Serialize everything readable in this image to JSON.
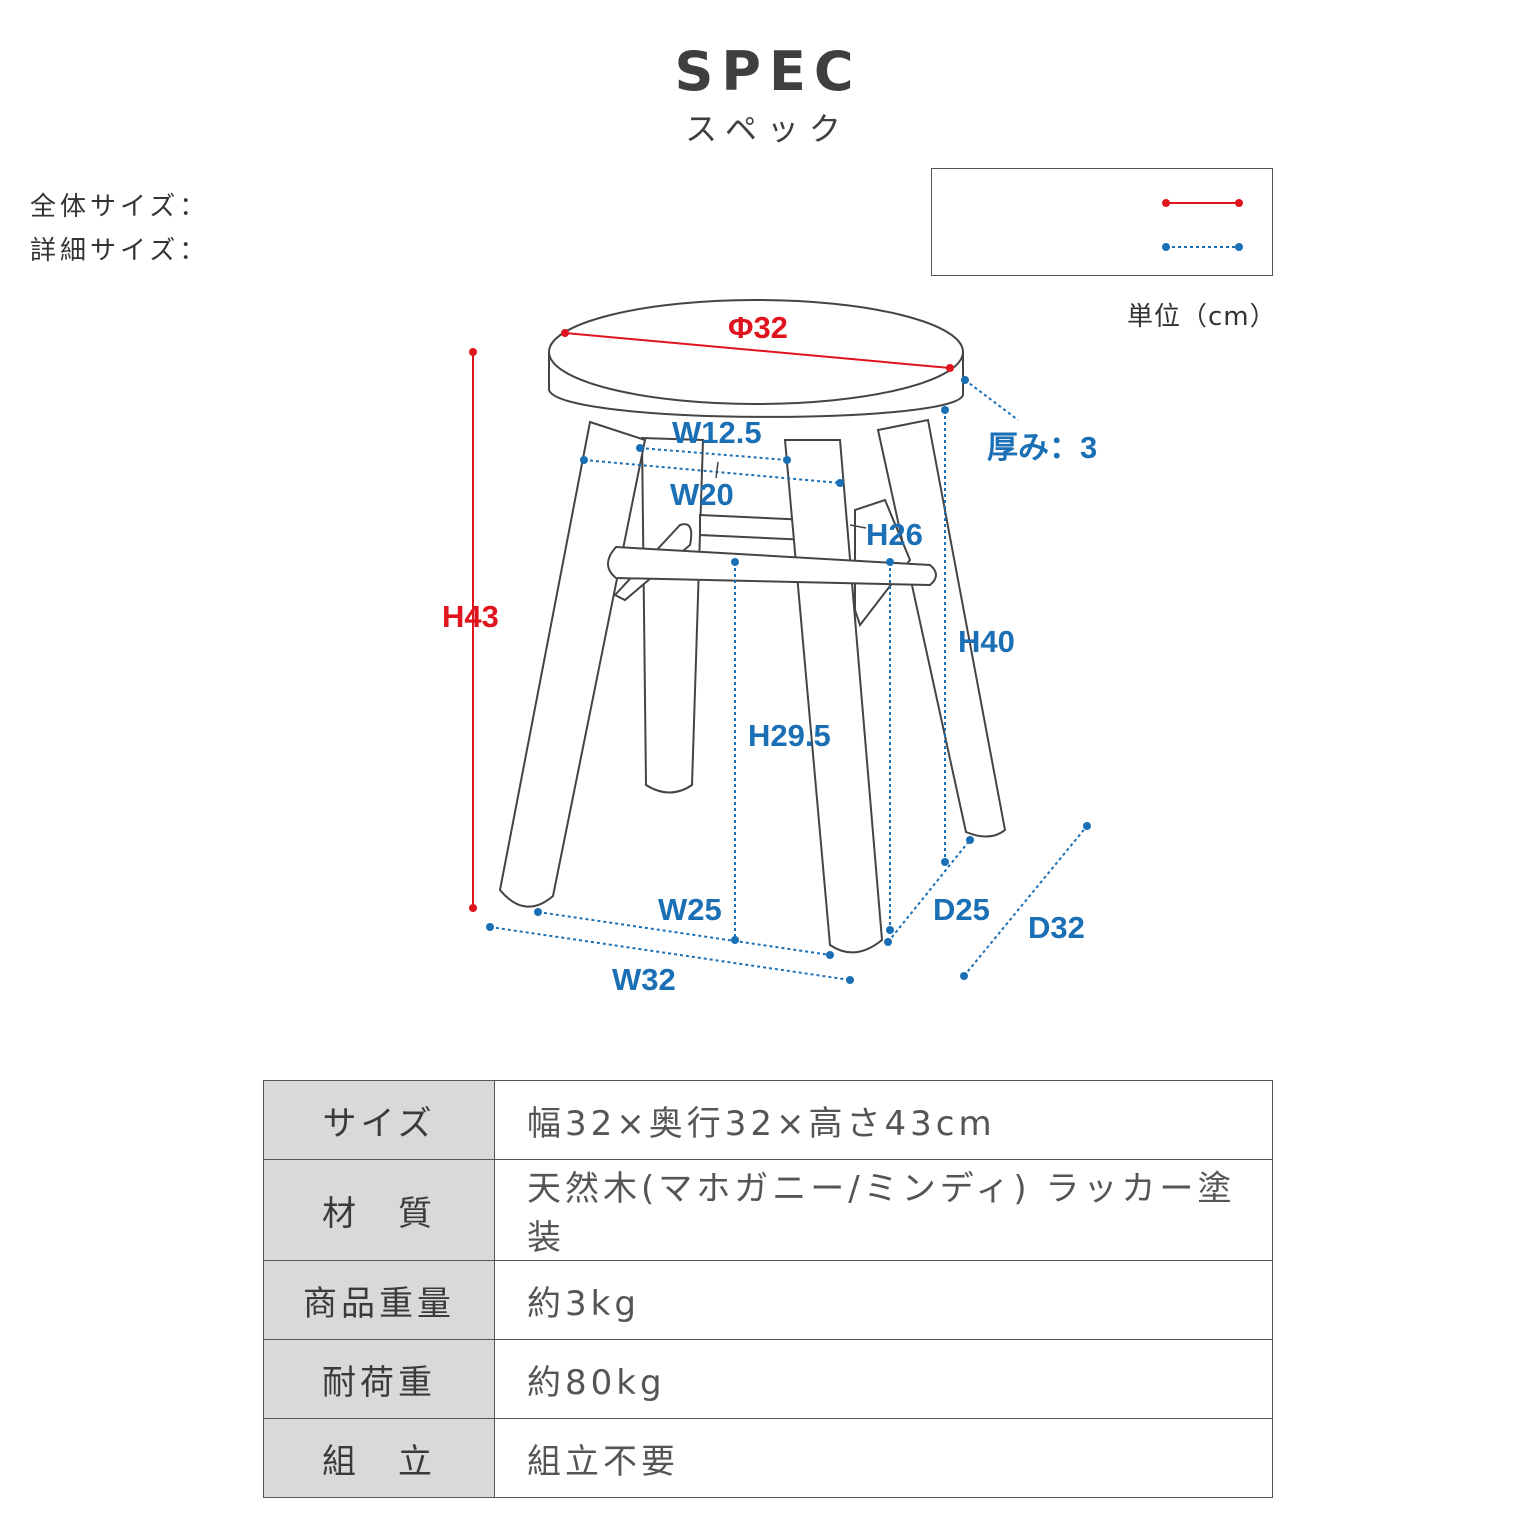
{
  "header": {
    "title": "SPEC",
    "subtitle": "スペック"
  },
  "legend": {
    "overall_label": "全体サイズ：",
    "detail_label": "詳細サイズ：",
    "overall_color": "#e0141e",
    "detail_color": "#1a6fb5"
  },
  "unit": "単位（cm）",
  "dimensions": {
    "diameter": "Φ32",
    "height_total": "H43",
    "thickness": "厚み：3",
    "w12_5": "W12.5",
    "w20": "W20",
    "h26": "H26",
    "h40": "H40",
    "h29_5": "H29.5",
    "w25": "W25",
    "w32": "W32",
    "d25": "D25",
    "d32": "D32"
  },
  "specs": [
    {
      "label": "サイズ",
      "value": "幅32×奥行32×高さ43cm"
    },
    {
      "label": "材　質",
      "value": "天然木(マホガニー/ミンディ) ラッカー塗装"
    },
    {
      "label": "商品重量",
      "value": "約3kg"
    },
    {
      "label": "耐荷重",
      "value": "約80kg"
    },
    {
      "label": "組　立",
      "value": "組立不要"
    }
  ]
}
